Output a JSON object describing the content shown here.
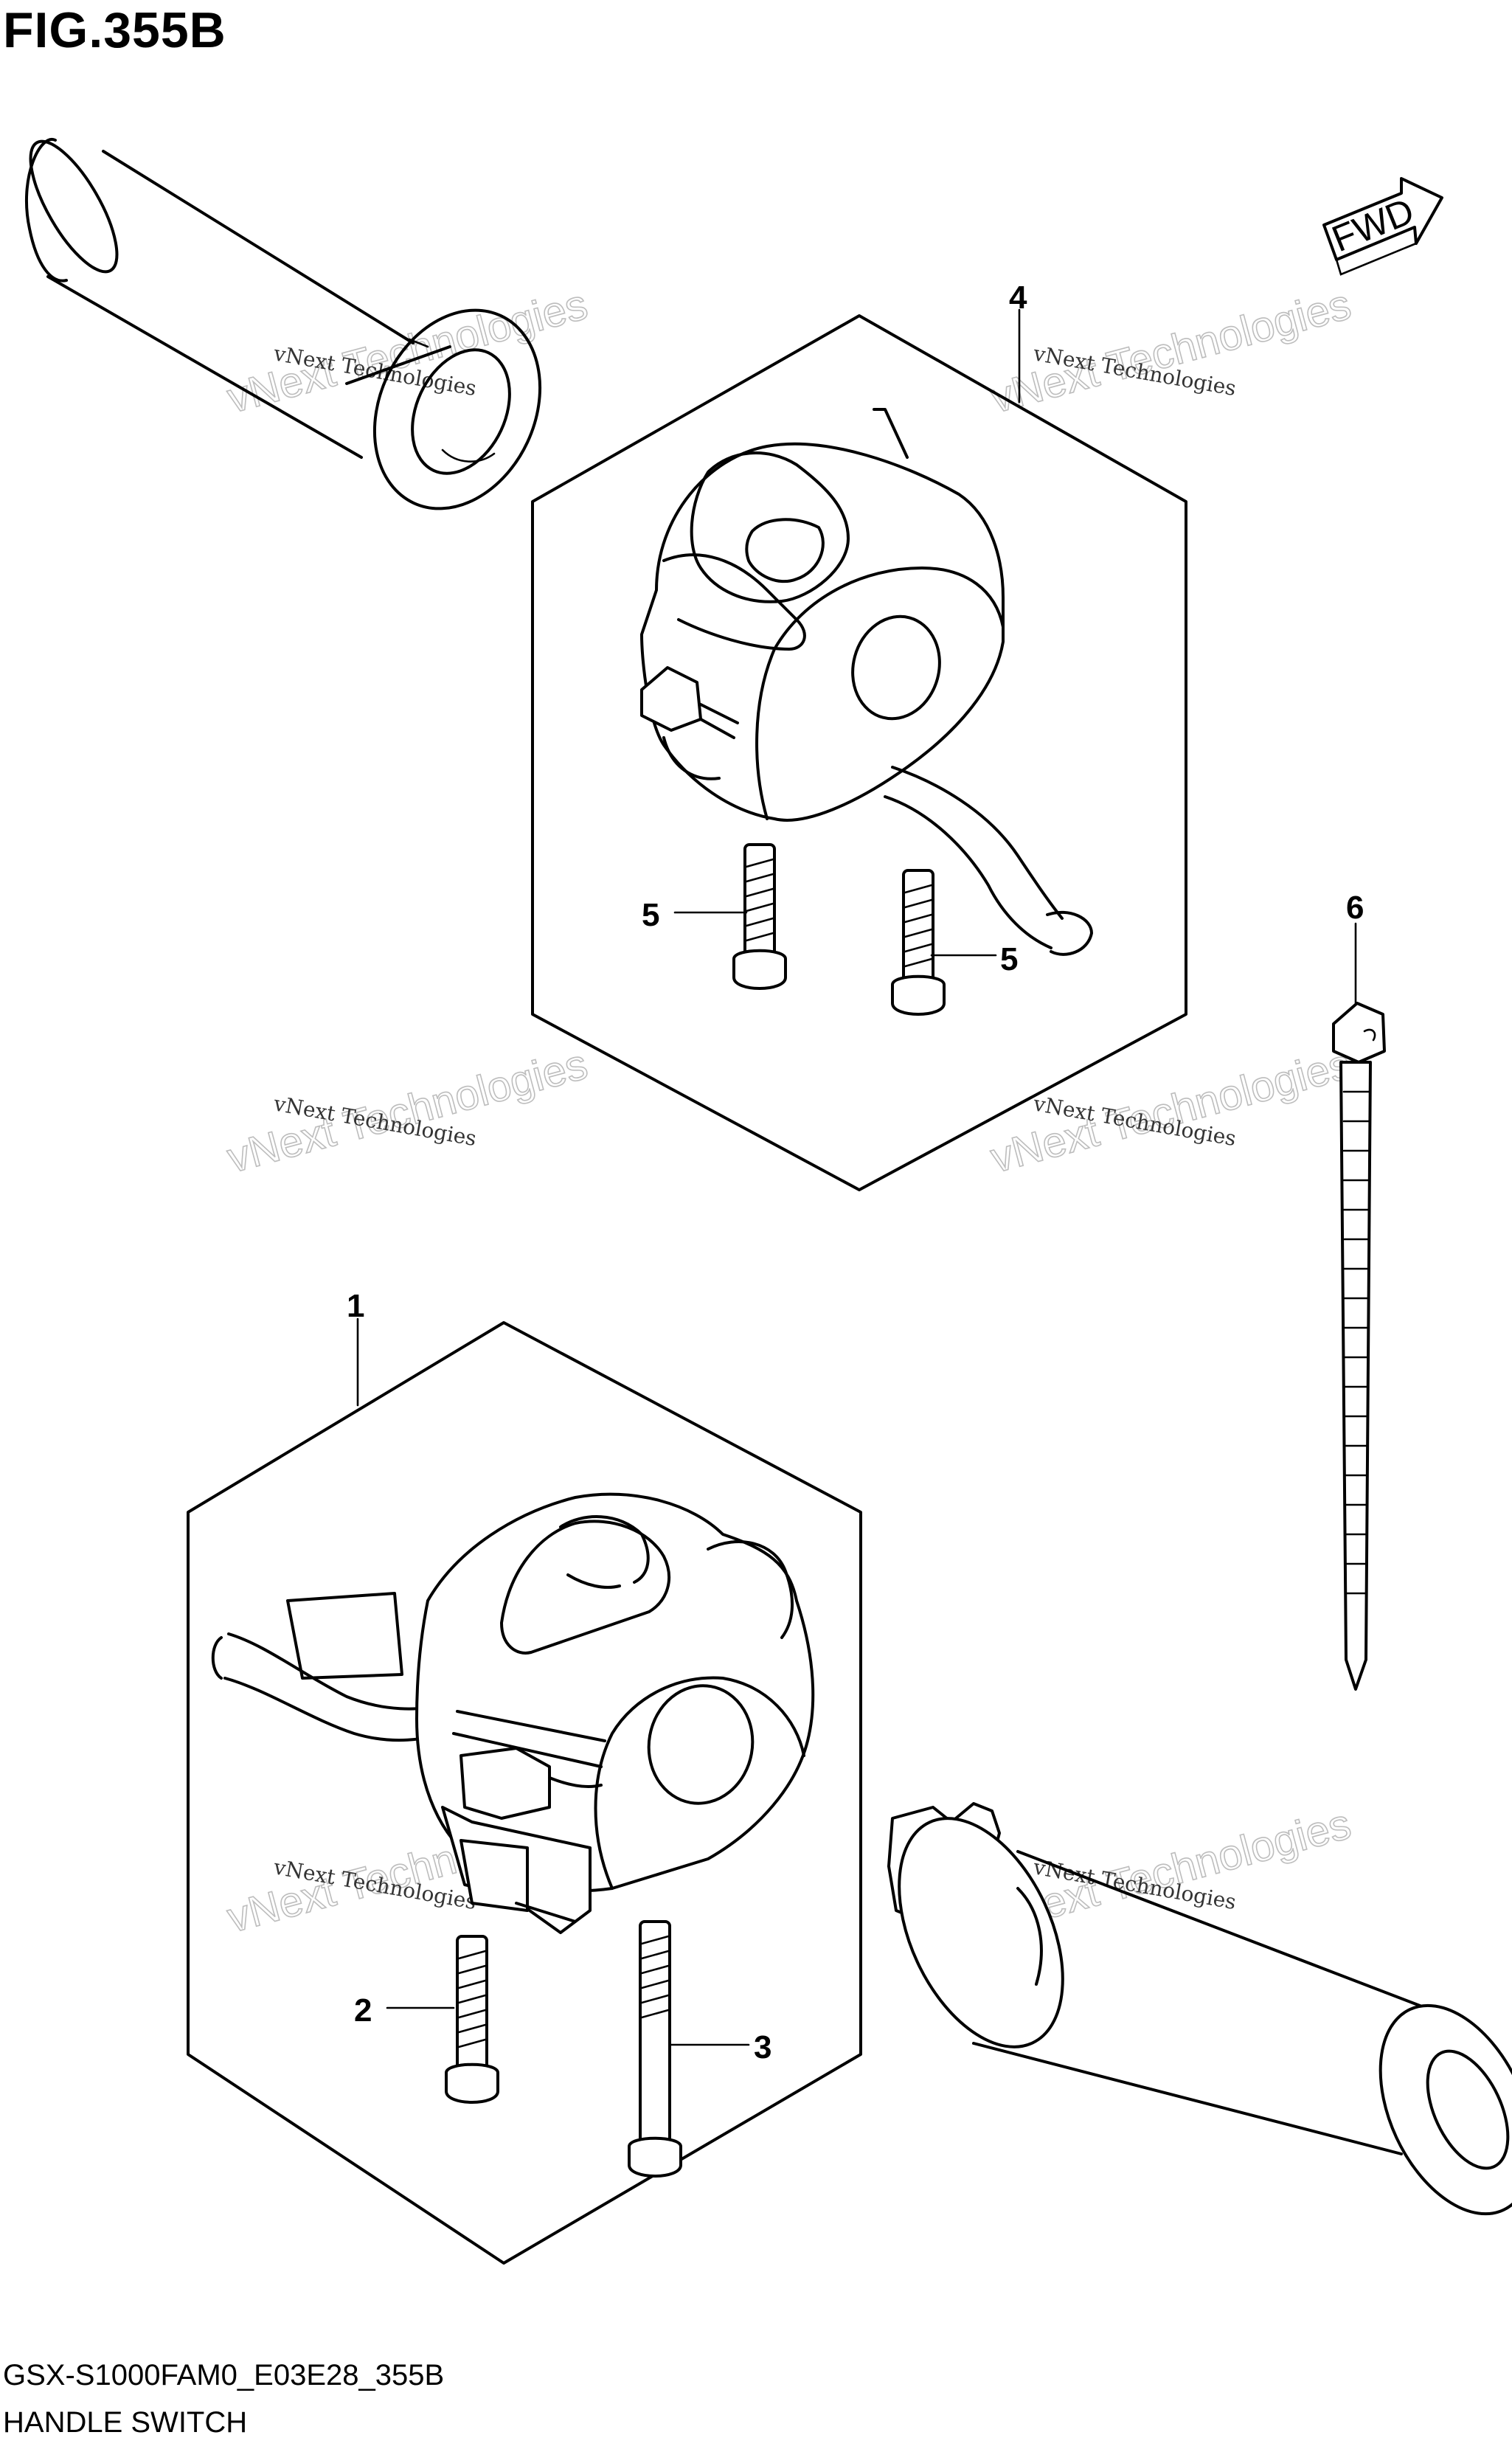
{
  "figure": {
    "title": "FIG.355B",
    "model_code": "GSX-S1000FAM0_E03E28_355B",
    "name": "HANDLE SWITCH"
  },
  "direction_badge": "FWD",
  "callouts": [
    "1",
    "2",
    "3",
    "4",
    "5",
    "5",
    "6"
  ],
  "watermarks": [
    {
      "small": "vNext Technologies",
      "big": "vNext Technologies"
    },
    {
      "small": "vNext Technologies",
      "big": "vNext Technologies"
    },
    {
      "small": "vNext Technologies",
      "big": "vNext Technologies"
    },
    {
      "small": "vNext Technologies",
      "big": "vNext Technologies"
    },
    {
      "small": "vNext Technologies",
      "big": "vNext Technologies"
    },
    {
      "small": "vNext Technologies",
      "big": "vNext Technologies"
    }
  ]
}
